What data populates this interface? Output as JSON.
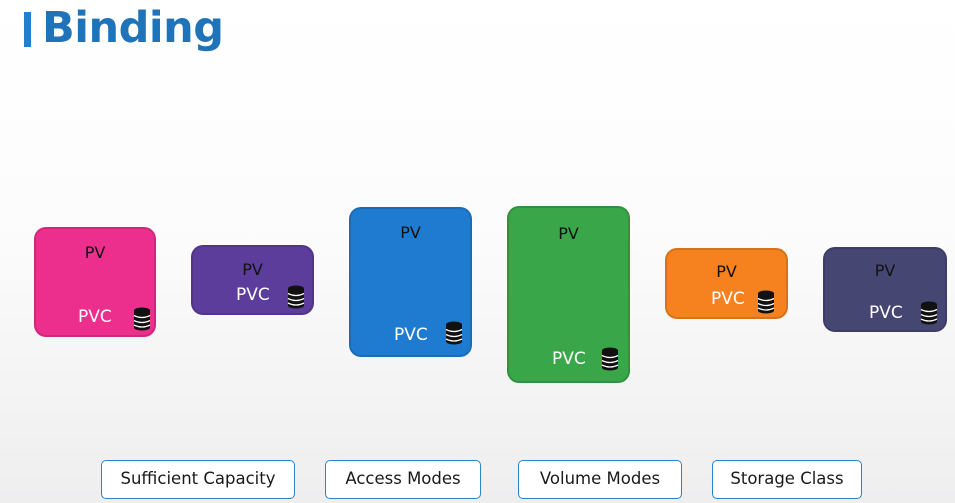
{
  "title": "Binding",
  "colors": {
    "accent": "#1f7fd1",
    "title_text": "#1f74b9"
  },
  "pairs": [
    {
      "pv_label": "PV",
      "pvc_label": "PVC",
      "icon": "database-icon",
      "color": "#ec2e8c"
    },
    {
      "pv_label": "PV",
      "pvc_label": "PVC",
      "icon": "database-icon",
      "color": "#5c3d9c"
    },
    {
      "pv_label": "PV",
      "pvc_label": "PVC",
      "icon": "database-icon",
      "color": "#1f7bd0"
    },
    {
      "pv_label": "PV",
      "pvc_label": "PVC",
      "icon": "database-icon",
      "color": "#3aa64a"
    },
    {
      "pv_label": "PV",
      "pvc_label": "PVC",
      "icon": "database-icon",
      "color": "#f5821f"
    },
    {
      "pv_label": "PV",
      "pvc_label": "PVC",
      "icon": "database-icon",
      "color": "#464673"
    }
  ],
  "criteria": [
    "Sufficient Capacity",
    "Access Modes",
    "Volume Modes",
    "Storage Class"
  ]
}
